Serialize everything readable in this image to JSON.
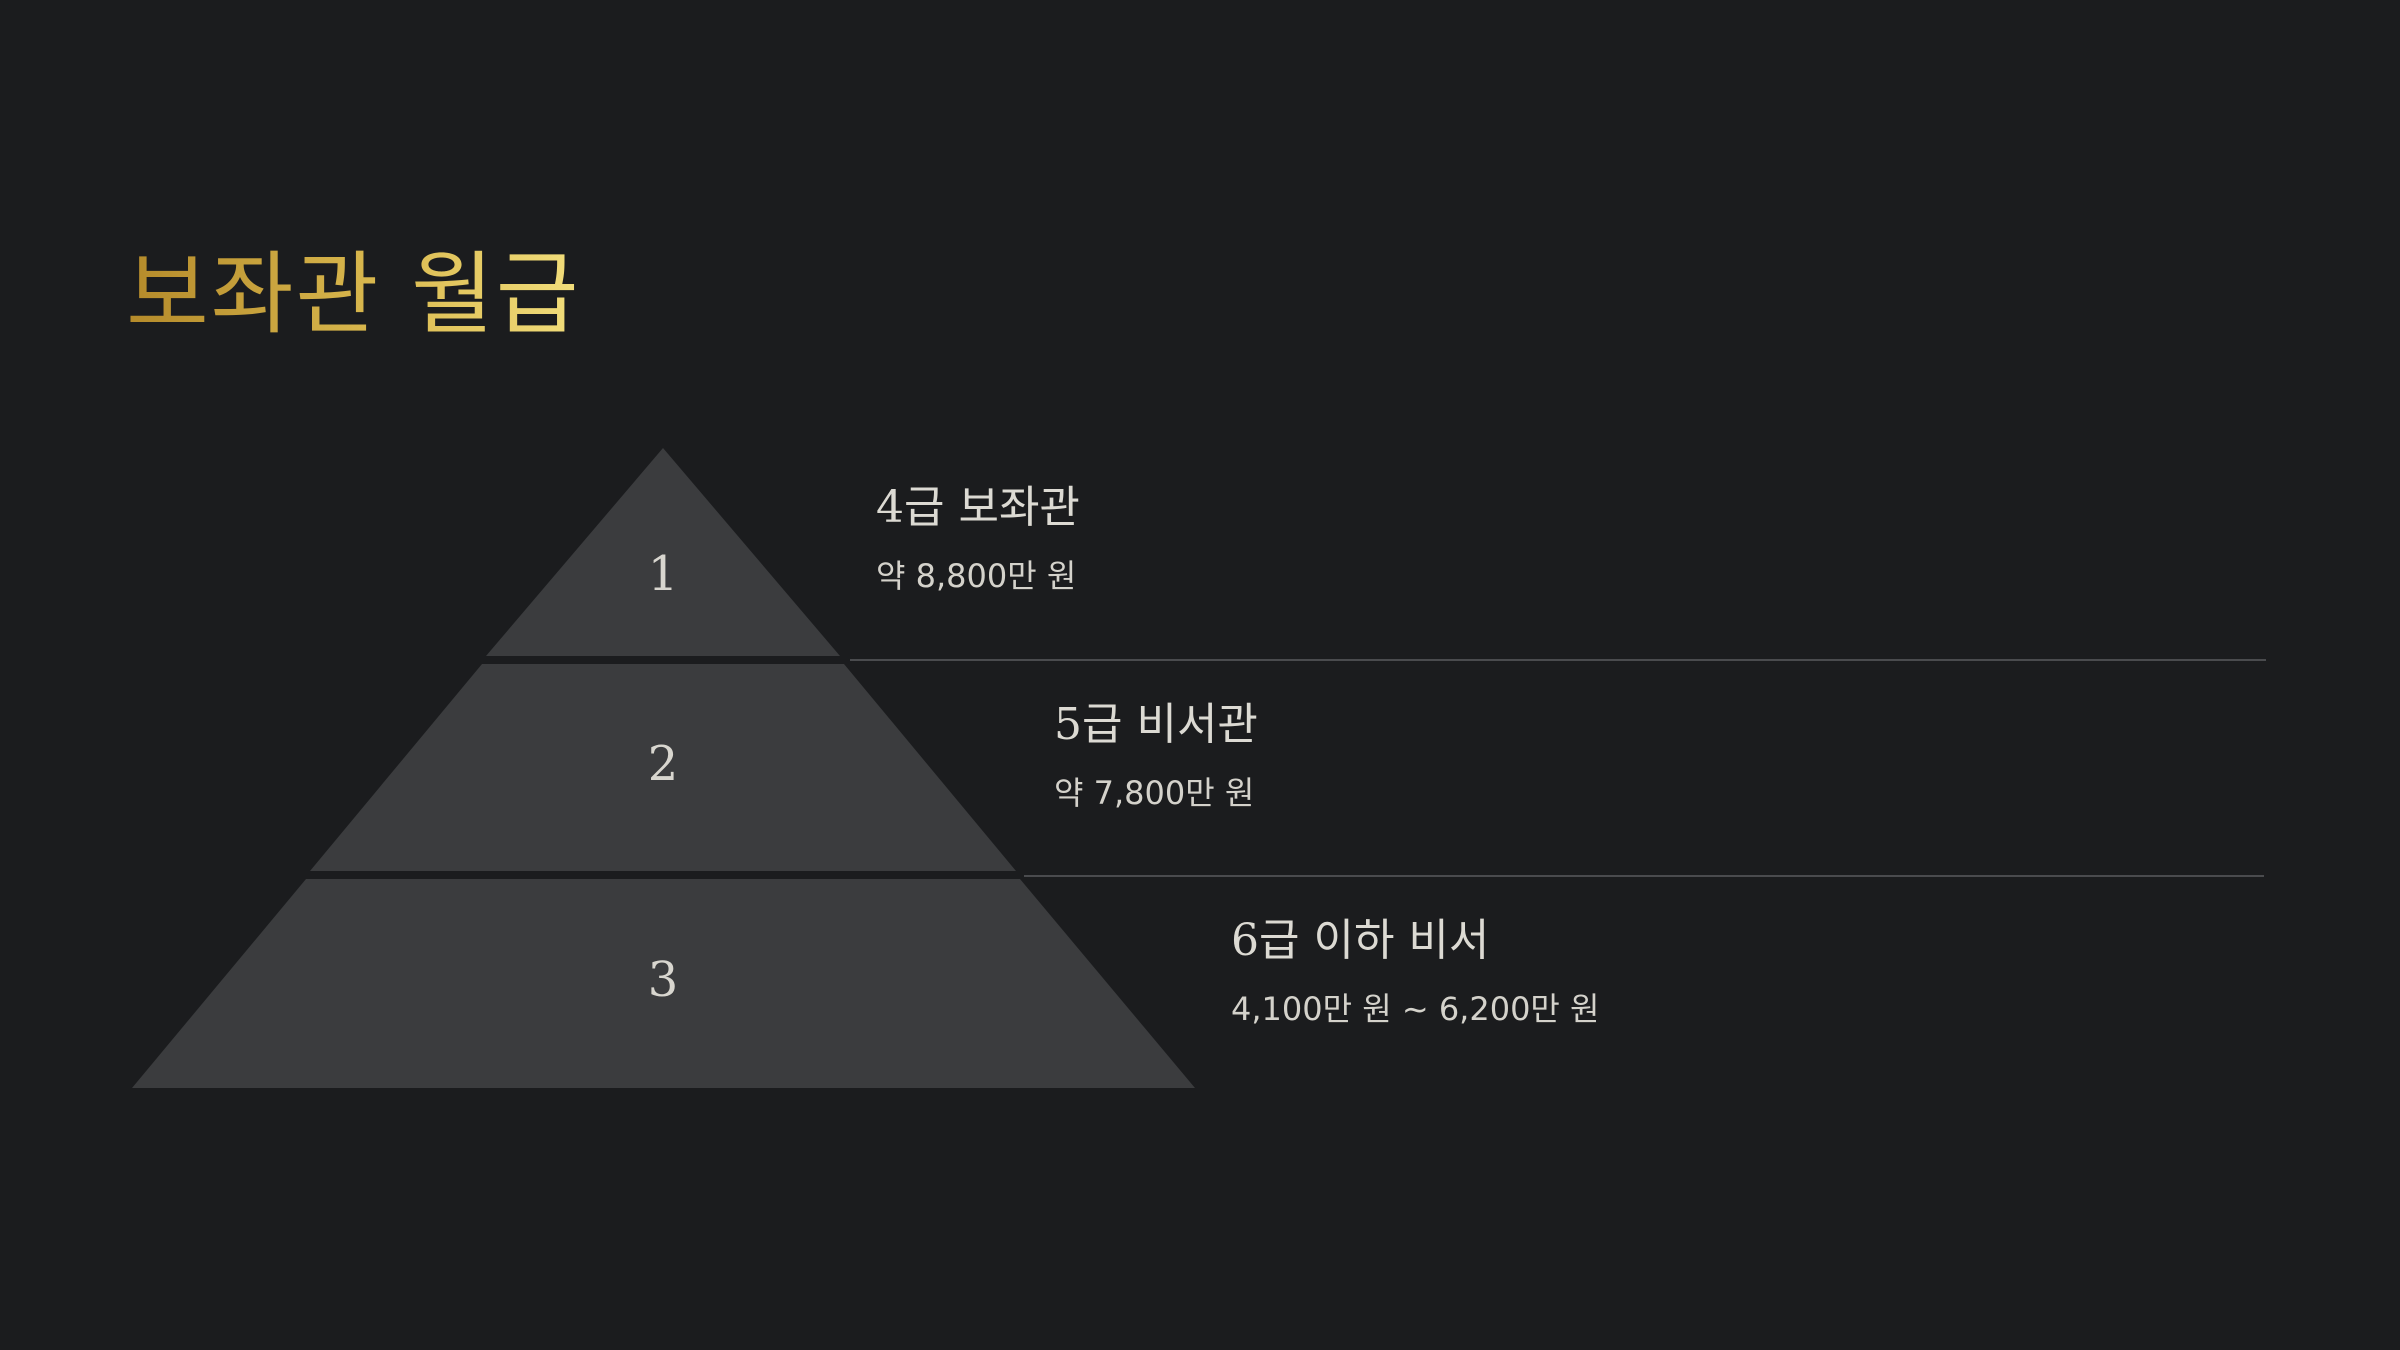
{
  "title": "보좌관 월급",
  "colors": {
    "background": "#1b1c1e",
    "tier_fill": "#3b3c3e",
    "divider": "#4a4b4e",
    "title_gold_start": "#b48a2a",
    "title_gold_end": "#f2de7c",
    "text": "#dcdad3"
  },
  "tiers": [
    {
      "number": "1",
      "label": "4급 보좌관",
      "salary": "약 8,800만 원"
    },
    {
      "number": "2",
      "label": "5급 비서관",
      "salary": "약 7,800만 원"
    },
    {
      "number": "3",
      "label": "6급 이하 비서",
      "salary": "4,100만 원 ~ 6,200만 원"
    }
  ]
}
